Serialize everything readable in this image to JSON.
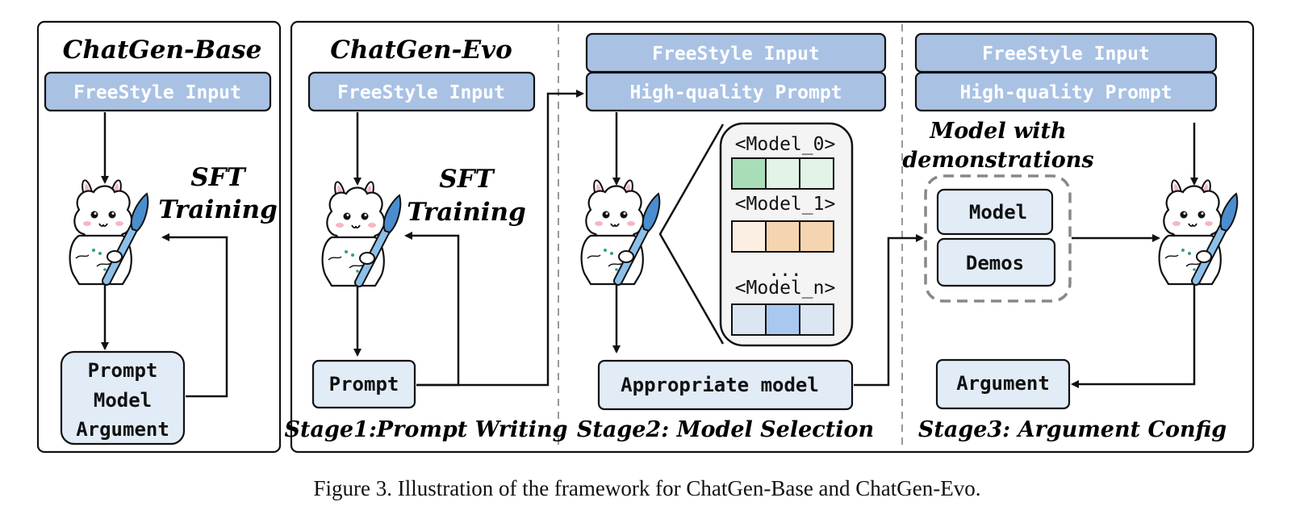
{
  "panels": {
    "base": {
      "title": "ChatGen-Base",
      "input": "FreeStyle Input",
      "training": [
        "SFT",
        "Training"
      ],
      "output": [
        "Prompt",
        "Model",
        "Argument"
      ]
    },
    "evo": {
      "title": "ChatGen-Evo",
      "input": "FreeStyle Input",
      "training": [
        "SFT",
        "Training"
      ],
      "output": "Prompt",
      "stage": "Stage1:Prompt Writing"
    },
    "stage2": {
      "input1": "FreeStyle Input",
      "input2": "High-quality Prompt",
      "models": [
        "<Model_0>",
        "<Model_1>",
        "...",
        "<Model_n>"
      ],
      "output": "Appropriate model",
      "stage": "Stage2: Model Selection"
    },
    "stage3": {
      "input1": "FreeStyle Input",
      "input2": "High-quality Prompt",
      "demo_title": [
        "Model with",
        "demonstrations"
      ],
      "demo_items": [
        "Model",
        "Demos"
      ],
      "output": "Argument",
      "stage": "Stage3: Argument Config"
    }
  },
  "caption": "Figure 3. Illustration of the framework for ChatGen-Base and ChatGen-Evo.",
  "colors": {
    "header_fill": "#a9c2e4",
    "box_fill": "#e2ecf7",
    "green": [
      "#a8ddb8",
      "#e3f3e7",
      "#e3f3e7"
    ],
    "orange": [
      "#fbeee2",
      "#f5d5b0",
      "#f5d5b0"
    ],
    "blue": [
      "#dbe6f2",
      "#a9c8ef",
      "#dbe6f2"
    ]
  }
}
